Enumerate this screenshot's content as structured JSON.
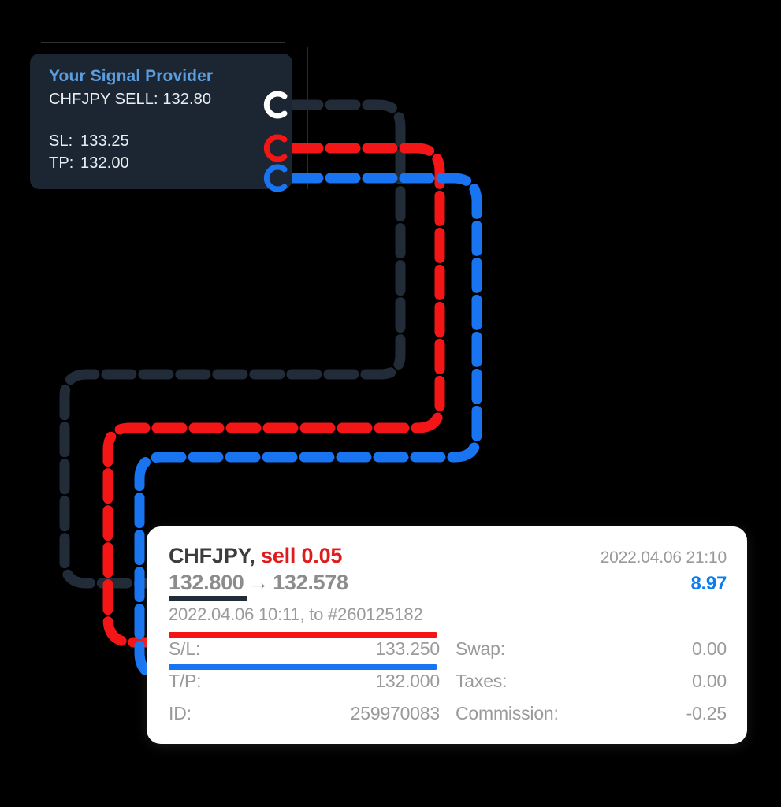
{
  "signal": {
    "title": "Your Signal Provider",
    "order": "CHFJPY SELL: 132.80",
    "sl_label": "SL:",
    "sl_value": "133.25",
    "tp_label": "TP:",
    "tp_value": "132.00",
    "icons": {
      "entry": "sync-circle-icon",
      "sl": "sync-circle-icon",
      "tp": "sync-circle-icon"
    },
    "colors": {
      "title": "#5a9ee0",
      "card_bg": "#1b2632",
      "text": "#e8eef4"
    }
  },
  "trade": {
    "symbol": "CHFJPY,",
    "side": "sell 0.05",
    "close_time": "2022.04.06 21:10",
    "open_price": "132.800",
    "arrow": "→",
    "close_price": "132.578",
    "profit": "8.97",
    "open_info": "2022.04.06 10:11, to #260125182",
    "rows": [
      {
        "key": "S/L:",
        "value": "133.250"
      },
      {
        "key": "Swap:",
        "value": "0.00"
      },
      {
        "key": "T/P:",
        "value": "132.000"
      },
      {
        "key": "Taxes:",
        "value": "0.00"
      },
      {
        "key": "ID:",
        "value": "259970083"
      },
      {
        "key": "Commission:",
        "value": "-0.25"
      }
    ],
    "colors": {
      "card_bg": "#ffffff",
      "sell": "#e01b1b",
      "profit": "#0a7cf0",
      "muted": "#9a9a9a",
      "entry_marker": "#222c38",
      "sl_marker": "#f41616",
      "tp_marker": "#1874f0"
    }
  },
  "connectors": {
    "entry": {
      "name": "entry-connector",
      "color": "#222c38"
    },
    "sl": {
      "name": "stoploss-connector",
      "color": "#f41616"
    },
    "tp": {
      "name": "takeprofit-connector",
      "color": "#1874f0"
    }
  }
}
